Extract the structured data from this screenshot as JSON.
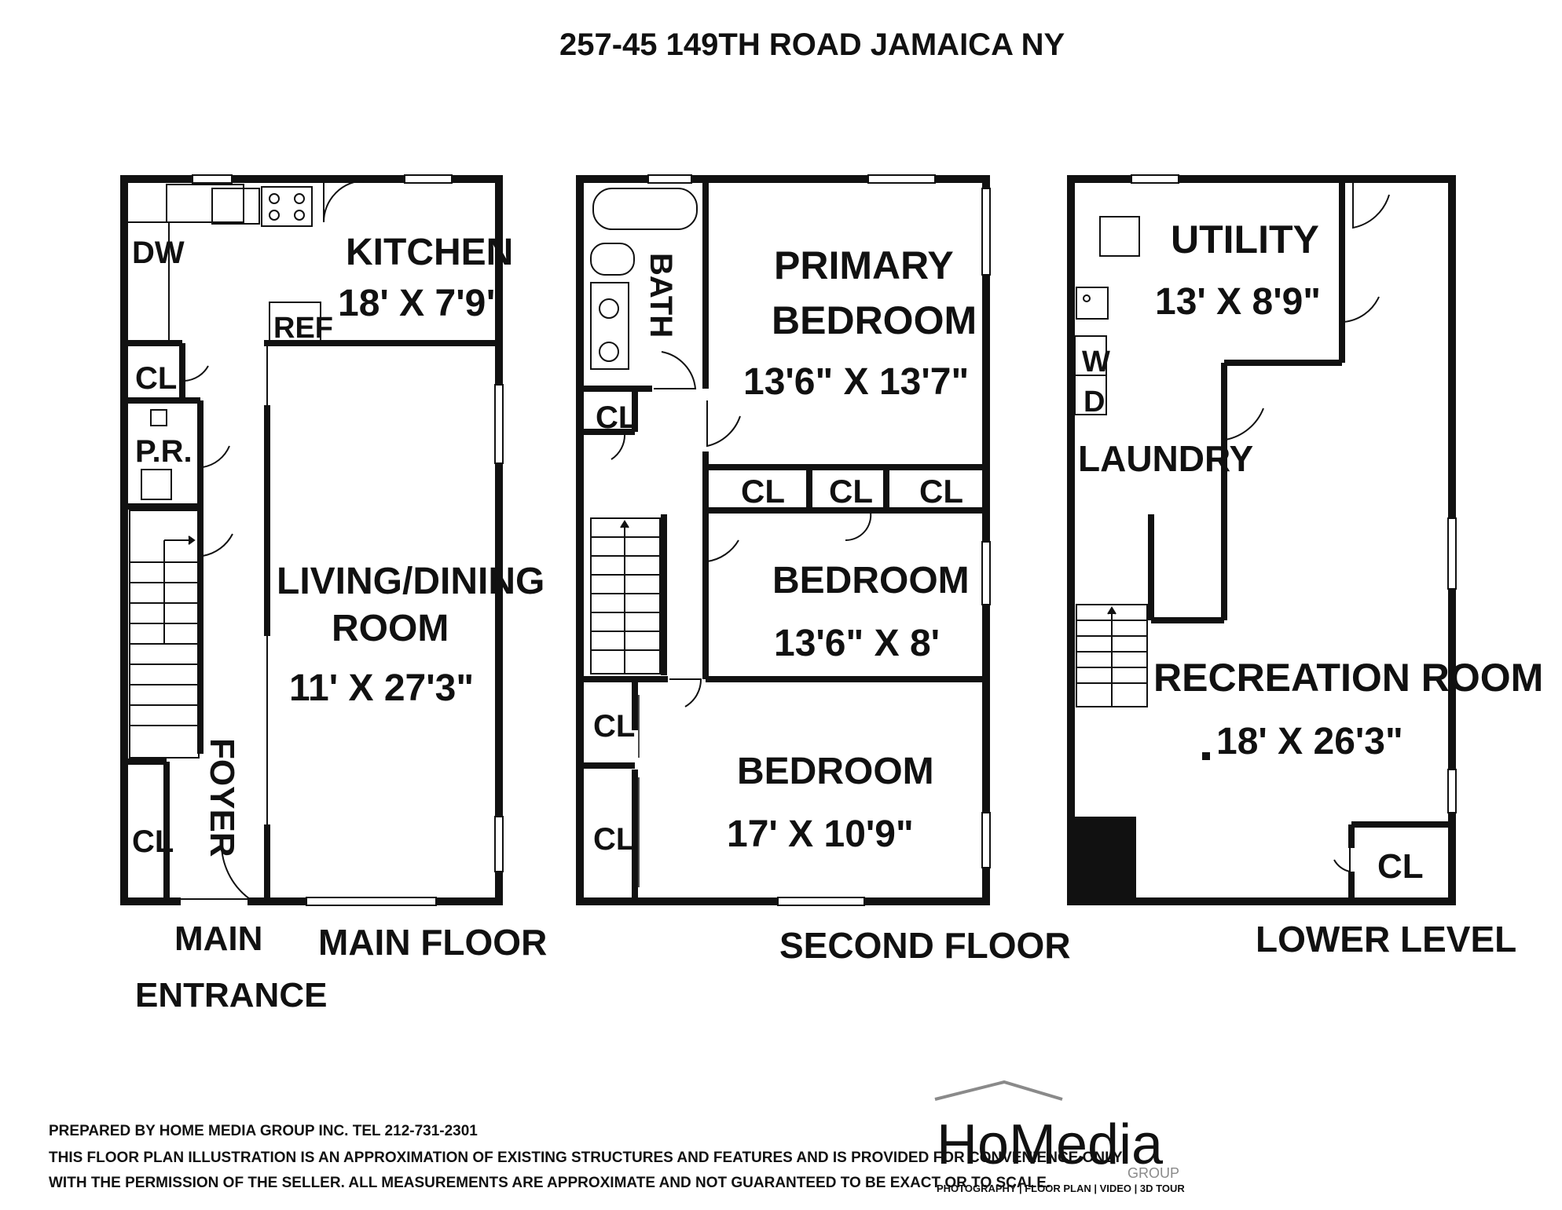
{
  "title": "257-45 149TH ROAD JAMAICA NY",
  "main_floor": {
    "label": "MAIN FLOOR",
    "entrance_line1": "MAIN",
    "entrance_line2": "ENTRANCE",
    "dw": "DW",
    "kitchen_name": "KITCHEN",
    "kitchen_dim": "18' X 7'9\"",
    "ref": "REF",
    "cl_top": "CL",
    "pr": "P.R.",
    "living_line1": "LIVING/DINING",
    "living_line2": "ROOM",
    "living_dim": "11' X 27'3\"",
    "foyer": "FOYER",
    "cl_bottom": "CL"
  },
  "second_floor": {
    "label": "SECOND FLOOR",
    "bath": "BATH",
    "primary_line1": "PRIMARY",
    "primary_line2": "BEDROOM",
    "primary_dim": "13'6\" X 13'7\"",
    "cl_hall": "CL",
    "cl_1": "CL",
    "cl_2": "CL",
    "cl_3": "CL",
    "bedroom2_name": "BEDROOM",
    "bedroom2_dim": "13'6\" X 8'",
    "bedroom3_name": "BEDROOM",
    "bedroom3_dim": "17' X 10'9\"",
    "cl_left_1": "CL",
    "cl_left_2": "CL"
  },
  "lower_level": {
    "label": "LOWER LEVEL",
    "utility_name": "UTILITY",
    "utility_dim": "13' X 8'9\"",
    "w": "W",
    "d": "D",
    "laundry": "LAUNDRY",
    "rec_name": "RECREATION ROOM",
    "rec_dim": "18' X 26'3\"",
    "cl": "CL"
  },
  "footer": {
    "prepared": "PREPARED BY  HOME MEDIA GROUP INC.  TEL 212-731-2301",
    "line2": "THIS FLOOR PLAN ILLUSTRATION IS AN APPROXIMATION OF EXISTING STRUCTURES AND FEATURES AND IS PROVIDED FOR CONVENIENCE ONLY",
    "line3": "WITH THE PERMISSION OF THE SELLER. ALL MEASUREMENTS ARE APPROXIMATE AND NOT GUARANTEED TO BE EXACT OR TO SCALE."
  },
  "logo": {
    "ho": "Ho",
    "media": "Media",
    "group": "GROUP",
    "tagline": "PHOTOGRAPHY | FLOOR PLAN | VIDEO | 3D TOUR"
  },
  "colors": {
    "wall": "#111111",
    "background": "#ffffff",
    "logo_gray": "#8a8a8a"
  }
}
